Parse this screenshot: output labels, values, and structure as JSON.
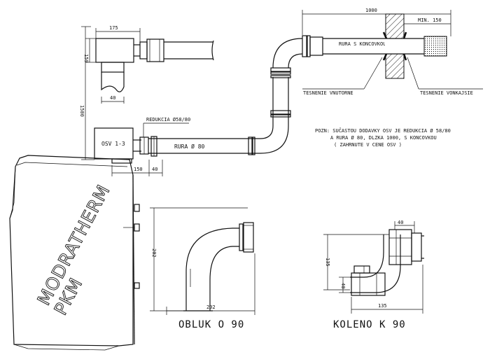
{
  "labels": {
    "dim_1000": "1000",
    "dim_min150": "MIN. 150",
    "dim_175": "175",
    "dim_159": "159",
    "dim_40_top": "40",
    "dim_1500": "1500",
    "dim_150_bottom": "150",
    "dim_40_bottom": "40",
    "reduction": "REDUKCIA Ø58/80",
    "osv": "OSV 1-3",
    "pipe_80": "RURA Ø 80",
    "pipe_with_end": "RURA S KONCOVKOU",
    "seal_inner": "TESNENIE VNUTORNE",
    "seal_outer": "TESNENIE VONKAJSIE",
    "brand_line1": "MODRATHERM",
    "brand_line2": "PKM",
    "obluk_202_v": "202",
    "obluk_202_h": "202",
    "obluk_title": "OBLUK O 90",
    "koleno_40": "40",
    "koleno_135_v": "135",
    "koleno_40_small": "40",
    "koleno_135_h": "135",
    "koleno_title": "KOLENO K 90"
  },
  "note": {
    "line1": "POZN: SUČASTOU DODAVKY OSV JE REDUKCIA Ø 58/80",
    "line2": "A RURA Ø 80, DLZKA 1000, S KONCOVKOU",
    "line3": "( ZAHRNUTE V CENE OSV )"
  }
}
